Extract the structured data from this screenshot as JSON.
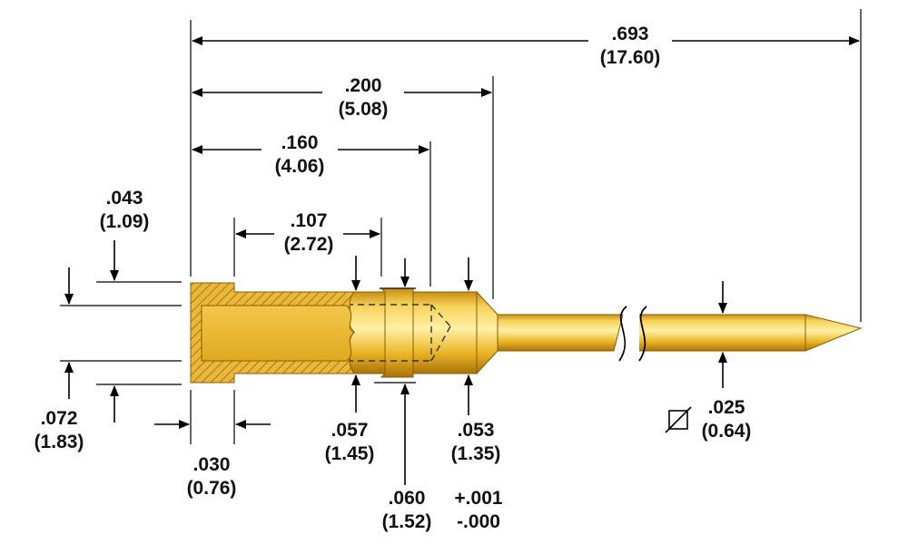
{
  "colors": {
    "gold_light": "#fbe27a",
    "gold_mid": "#e8b321",
    "gold_dark": "#b27a0c",
    "hatch": "#a06a0a",
    "line": "#000000",
    "background": "#ffffff"
  },
  "dimensions": {
    "overall": {
      "inch": ".693",
      "mm": "(17.60)"
    },
    "body_length": {
      "inch": ".200",
      "mm": "(5.08)"
    },
    "crimp_length": {
      "inch": ".160",
      "mm": "(4.06)"
    },
    "bore_depth": {
      "inch": ".107",
      "mm": "(2.72)"
    },
    "head_diameter": {
      "inch": ".043",
      "mm": "(1.09)"
    },
    "bore_diameter": {
      "inch": ".072",
      "mm": "(1.83)"
    },
    "head_thickness": {
      "inch": ".030",
      "mm": "(0.76)"
    },
    "barrel_diameter": {
      "inch": ".057",
      "mm": "(1.45)"
    },
    "collar_diameter": {
      "inch": ".060",
      "mm": "(1.52)"
    },
    "body_diameter": {
      "inch": ".053",
      "mm": "(1.35)"
    },
    "tolerance": {
      "plus": "+.001",
      "minus": "-.000"
    },
    "plunger_diameter": {
      "inch": ".025",
      "mm": "(0.64)"
    }
  }
}
